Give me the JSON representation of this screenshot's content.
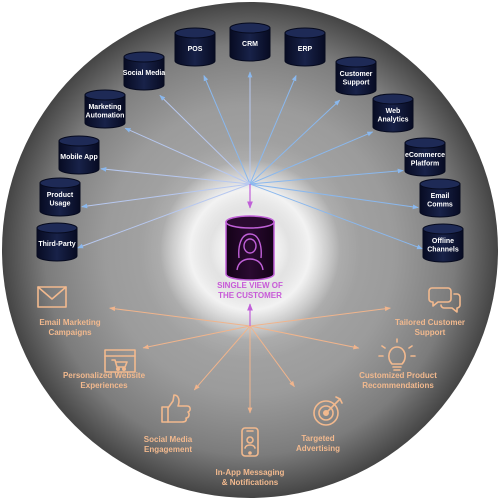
{
  "center": {
    "line1": "SINGLE VIEW OF",
    "line2": "THE CUSTOMER"
  },
  "sources": [
    {
      "lines": [
        "POS"
      ],
      "icon": "database-icon"
    },
    {
      "lines": [
        "CRM"
      ],
      "icon": "database-icon"
    },
    {
      "lines": [
        "ERP"
      ],
      "icon": "database-icon"
    },
    {
      "lines": [
        "Social Media"
      ],
      "icon": "database-icon"
    },
    {
      "lines": [
        "Customer",
        "Support"
      ],
      "icon": "database-icon"
    },
    {
      "lines": [
        "Marketing",
        "Automation"
      ],
      "icon": "database-icon"
    },
    {
      "lines": [
        "Web",
        "Analytics"
      ],
      "icon": "database-icon"
    },
    {
      "lines": [
        "Mobile App"
      ],
      "icon": "database-icon"
    },
    {
      "lines": [
        "eCommerce",
        "Platform"
      ],
      "icon": "database-icon"
    },
    {
      "lines": [
        "Product",
        "Usage"
      ],
      "icon": "database-icon"
    },
    {
      "lines": [
        "Email",
        "Comms"
      ],
      "icon": "database-icon"
    },
    {
      "lines": [
        "Third-Party"
      ],
      "icon": "database-icon"
    },
    {
      "lines": [
        "Offline",
        "Channels"
      ],
      "icon": "database-icon"
    }
  ],
  "outputs": [
    {
      "lines": [
        "Email Marketing",
        "Campaigns"
      ],
      "icon": "envelope-icon"
    },
    {
      "lines": [
        "Tailored Customer",
        "Support"
      ],
      "icon": "chat-bubbles-icon"
    },
    {
      "lines": [
        "Personalized Website",
        "Experiences"
      ],
      "icon": "browser-cart-icon"
    },
    {
      "lines": [
        "Customized Product",
        "Recommendations"
      ],
      "icon": "lightbulb-icon"
    },
    {
      "lines": [
        "Social Media",
        "Engagement"
      ],
      "icon": "thumbs-up-icon"
    },
    {
      "lines": [
        "Targeted",
        "Advertising"
      ],
      "icon": "target-icon"
    },
    {
      "lines": [
        "In-App Messaging",
        "& Notifications"
      ],
      "icon": "smartphone-icon"
    }
  ],
  "colors": {
    "source_arrow": "#8ab8ee",
    "output_arrow": "#f0b48c",
    "center_purple": "#b050c8",
    "database_fill": "#0c1230",
    "output_text": "#f2b98e"
  }
}
